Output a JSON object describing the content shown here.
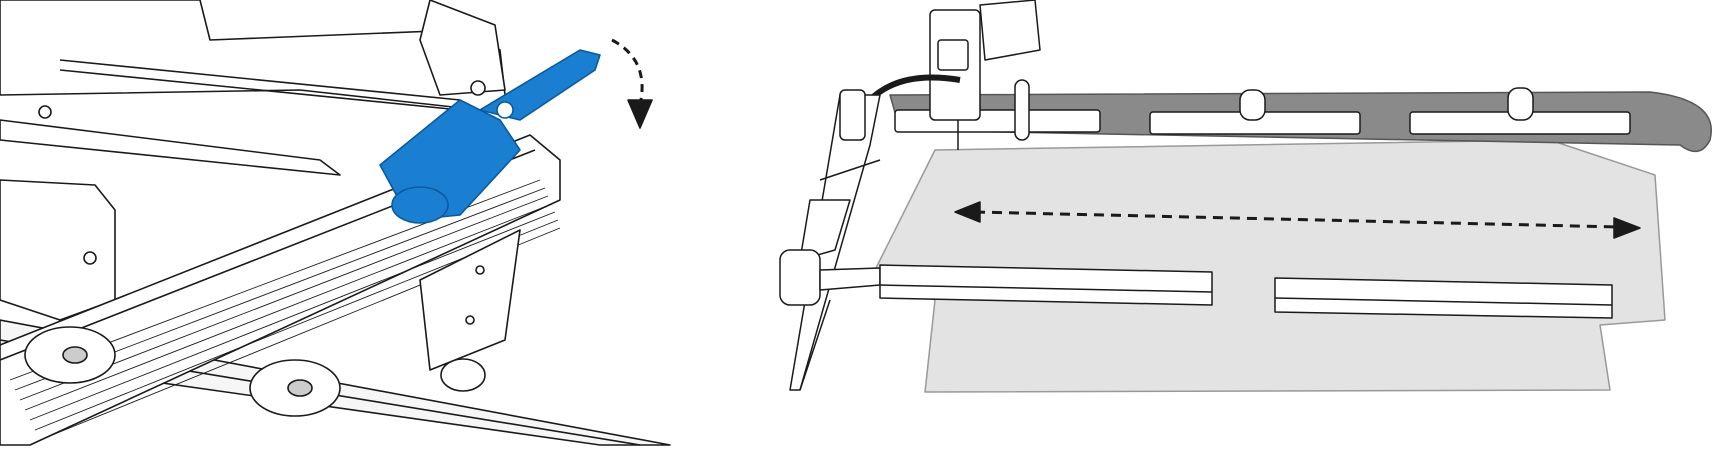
{
  "figure": {
    "panels": [
      {
        "id": "left",
        "subject": "clamp-lever-illustration",
        "motion": "rotate-down"
      },
      {
        "id": "right",
        "subject": "quilting-frame-illustration",
        "motion": "horizontal-both-directions"
      }
    ]
  },
  "colors": {
    "background": "#ffffff",
    "line": "#1a1a1a",
    "clamp_blue": "#1a7fd1",
    "clamp_blue_dark": "#0b5a9e",
    "fabric_gray": "#e3e3e3",
    "fabric_dark": "#8a8a8a",
    "arrow": "#1a1a1a"
  },
  "icons": {
    "left_arrow": "curved-dashed-arrow-down",
    "right_arrow": "dashed-double-arrow-horizontal"
  }
}
